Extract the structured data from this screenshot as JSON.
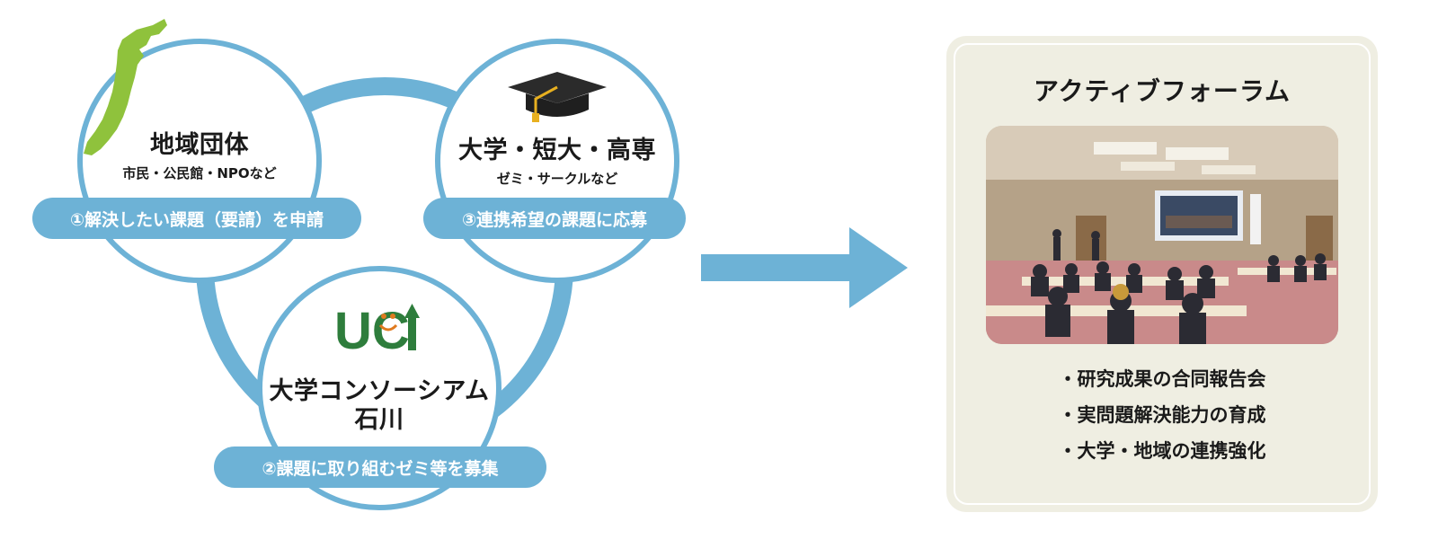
{
  "nodes": {
    "community": {
      "title": "地域団体",
      "subtitle": "市民・公民館・NPOなど",
      "step": "①解決したい課題（要請）を申請"
    },
    "university": {
      "title": "大学・短大・高専",
      "subtitle": "ゼミ・サークルなど",
      "step": "③連携希望の課題に応募"
    },
    "consortium": {
      "logo_text": "UC",
      "title_line1": "大学コンソーシアム",
      "title_line2": "石川",
      "step": "②課題に取り組むゼミ等を募集"
    }
  },
  "forum": {
    "title": "アクティブフォーラム",
    "bullets": [
      "・研究成果の合同報告会",
      "・実問題解決能力の育成",
      "・大学・地域の連携強化"
    ]
  },
  "colors": {
    "ring": "#6db2d6",
    "pill": "#6db2d6",
    "map": "#8fc23c",
    "panel": "#efeee2",
    "logo_green": "#2e7d3c",
    "logo_orange": "#e07a1f"
  }
}
